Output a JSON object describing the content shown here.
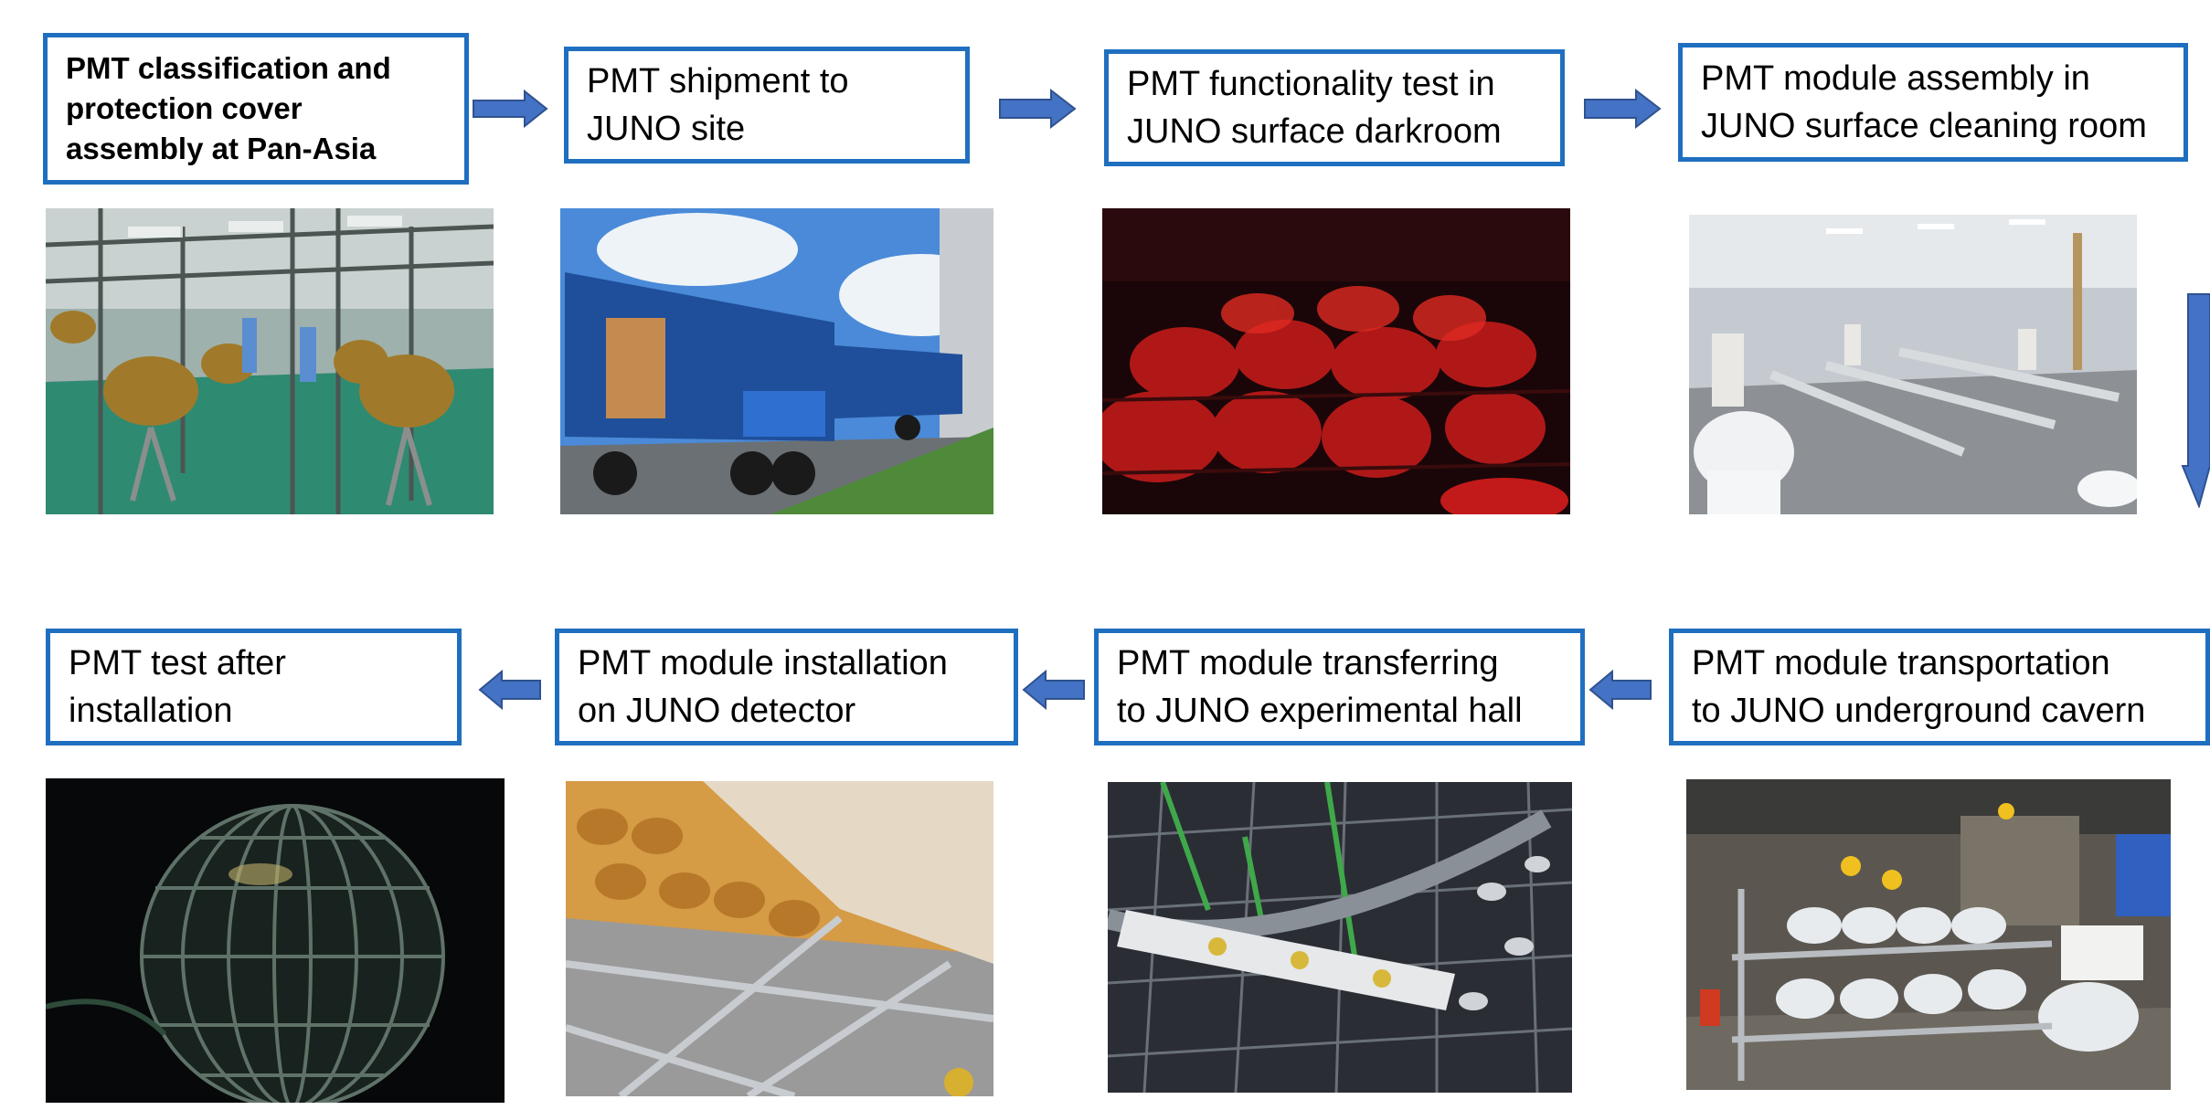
{
  "steps": [
    {
      "label": "PMT classification  and\nprotection cover\nassembly at Pan-Asia",
      "photo": "pmt-classification-photo"
    },
    {
      "label": "PMT shipment  to\nJUNO site",
      "photo": "pmt-shipment-truck-photo"
    },
    {
      "label": "PMT functionality test in\nJUNO surface darkroom",
      "photo": "darkroom-test-photo"
    },
    {
      "label": "PMT module assembly in\nJUNO surface cleaning room",
      "photo": "cleaning-room-assembly-photo"
    },
    {
      "label": "PMT module transportation\nto JUNO underground cavern",
      "photo": "underground-transport-photo"
    },
    {
      "label": "PMT module transferring\nto JUNO experimental hall",
      "photo": "experimental-hall-transfer-photo"
    },
    {
      "label": "PMT module installation\non JUNO detector",
      "photo": "detector-installation-photo"
    },
    {
      "label": "PMT test after\ninstallation",
      "photo": "post-installation-test-photo"
    }
  ],
  "colors": {
    "box_border": "#1f6fc0",
    "arrow_fill": "#4472c4",
    "arrow_stroke": "#2f528f"
  }
}
